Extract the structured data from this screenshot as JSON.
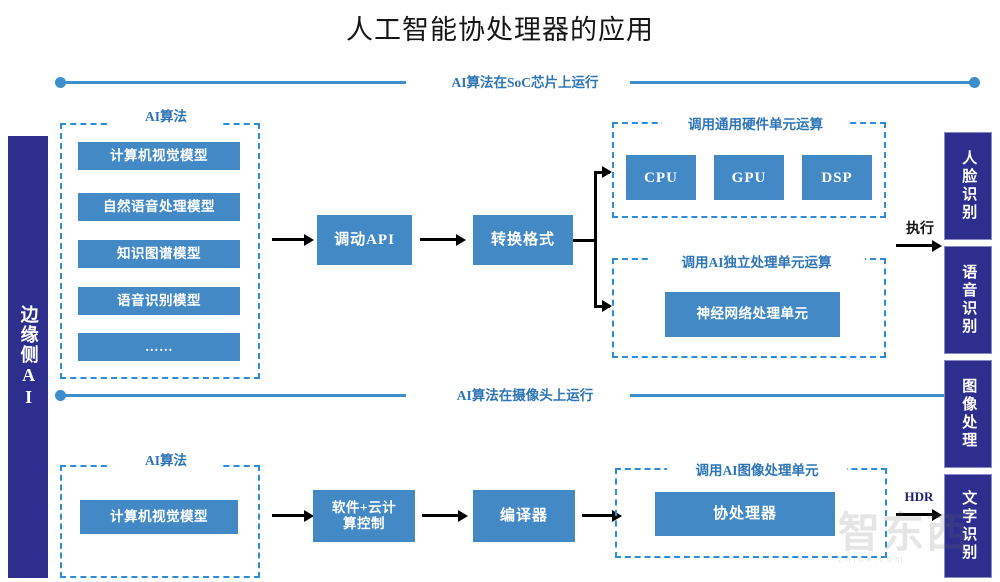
{
  "page": {
    "title": "人工智能协处理器的应用",
    "accent_blue": "#4389C6",
    "accent_navy": "#2E2E8E",
    "accent_line": "#3E8DCC",
    "label_blue": "#2E75B6"
  },
  "left_bar": {
    "label": "边缘侧AI"
  },
  "sections": [
    {
      "id": "soc",
      "divider_label": "AI算法在SoC芯片上运行"
    },
    {
      "id": "camera",
      "divider_label": "AI算法在摄像头上运行"
    }
  ],
  "top_row": {
    "algorithms_group": {
      "label": "AI算法",
      "items": [
        {
          "label": "计算机视觉模型"
        },
        {
          "label": "自然语音处理模型"
        },
        {
          "label": "知识图谱模型"
        },
        {
          "label": "语音识别模型"
        },
        {
          "label": "……"
        }
      ]
    },
    "steps": [
      {
        "label": "调动API"
      },
      {
        "label": "转换格式"
      }
    ],
    "hardware_group": {
      "label": "调用通用硬件单元运算",
      "units": [
        {
          "label": "CPU"
        },
        {
          "label": "GPU"
        },
        {
          "label": "DSP"
        }
      ]
    },
    "ai_unit_group": {
      "label": "调用AI独立处理单元运算",
      "units": [
        {
          "label": "神经网络处理单元"
        }
      ]
    },
    "execute_label": "执行"
  },
  "bottom_row": {
    "algorithms_group": {
      "label": "AI算法",
      "items": [
        {
          "label": "计算机视觉模型"
        }
      ]
    },
    "steps": [
      {
        "label": "软件+云计算控制"
      },
      {
        "label": "编译器"
      }
    ],
    "image_unit_group": {
      "label": "调用AI图像处理单元",
      "units": [
        {
          "label": "协处理器"
        }
      ]
    },
    "hdr_label": "HDR"
  },
  "outputs": [
    {
      "label": "人脸识别"
    },
    {
      "label": "语音识别"
    },
    {
      "label": "图像处理"
    },
    {
      "label": "文字识别"
    }
  ],
  "watermark": {
    "text": "智东西",
    "sub": "zhidx.com"
  }
}
